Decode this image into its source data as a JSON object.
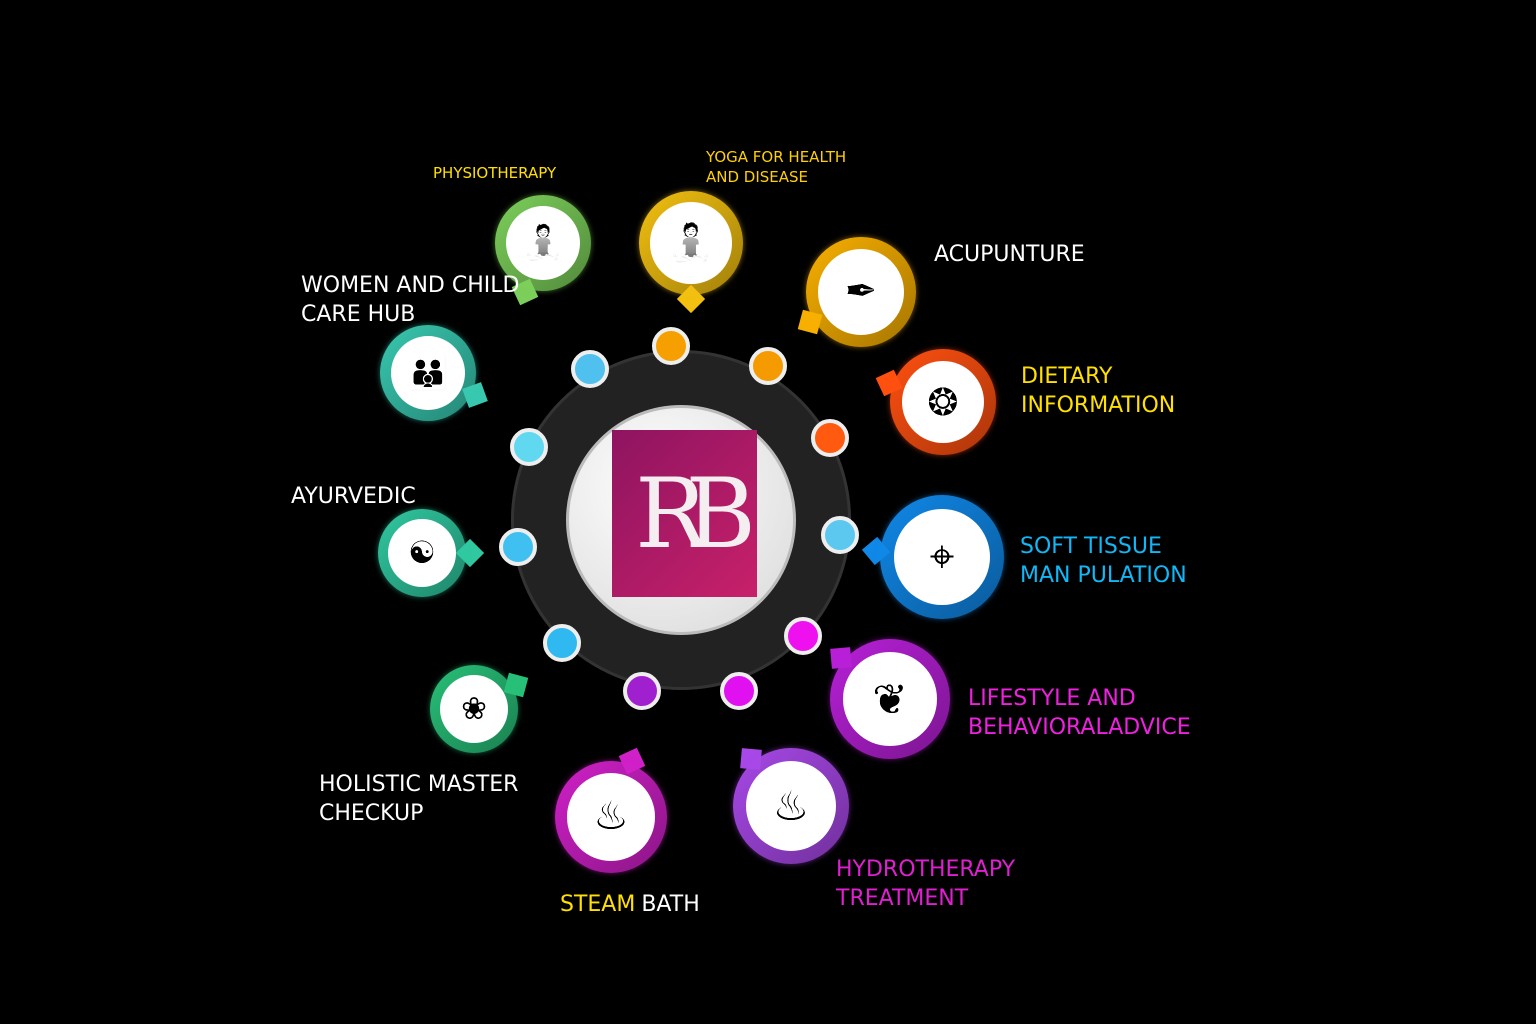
{
  "logo": {
    "monogram": "RB",
    "color": "#b01c66"
  },
  "services": [
    {
      "label1": "PHYSIOTHERAPY",
      "label2": "",
      "color": "#ffe000",
      "ring": "#7ccf5a",
      "icon": "physiotherapy-icon"
    },
    {
      "label1": "YOGA FOR HEALTH",
      "label2": "AND DISEASE",
      "color": "#ffd000",
      "ring": "#f2c010",
      "icon": "yoga-icon"
    },
    {
      "label1": "ACUPUNTURE",
      "label2": "",
      "color": "#ffffff",
      "ring": "#f8b000",
      "icon": "acupuncture-icon"
    },
    {
      "label1": "DIETARY",
      "label2": "INFORMATION",
      "color": "#ffe000",
      "ring": "#ff5010",
      "icon": "diet-icon"
    },
    {
      "label1": "SOFT TISSUE",
      "label2": "MAN PULATION",
      "color": "#10b8f8",
      "ring": "#1088e8",
      "icon": "crosshair-icon"
    },
    {
      "label1": "LIFESTYLE AND",
      "label2": "BEHAVIORALADVICE",
      "color": "#f020e0",
      "ring": "#b820d8",
      "icon": "leaves-icon"
    },
    {
      "label1": "HYDROTHERAPY",
      "label2": "TREATMENT",
      "color": "#e020d0",
      "ring": "#a848e8",
      "icon": "bath-bowl-icon"
    },
    {
      "label1": "STEAM",
      "label2": "BATH",
      "color": "#ffe000",
      "ring": "#d020c8",
      "icon": "steam-icon"
    },
    {
      "label1": "HOLISTIC MASTER",
      "label2": "CHECKUP",
      "color": "#ffffff",
      "ring": "#28c078",
      "icon": "holistic-hands-icon"
    },
    {
      "label1": "AYURVEDIC",
      "label2": "",
      "color": "#ffffff",
      "ring": "#30c8a0",
      "icon": "ayurveda-bowl-icon"
    },
    {
      "label1": "WOMEN AND CHILD",
      "label2": "CARE HUB",
      "color": "#ffffff",
      "ring": "#38c8b0",
      "icon": "mother-child-icon"
    }
  ],
  "dot_colors": [
    "#f5a000",
    "#f59a00",
    "#ff5a10",
    "#5cc8f0",
    "#ee10ee",
    "#e010f0",
    "#a020d0",
    "#30b8f0",
    "#40c0f0",
    "#60d8f0",
    "#50c0ee"
  ]
}
